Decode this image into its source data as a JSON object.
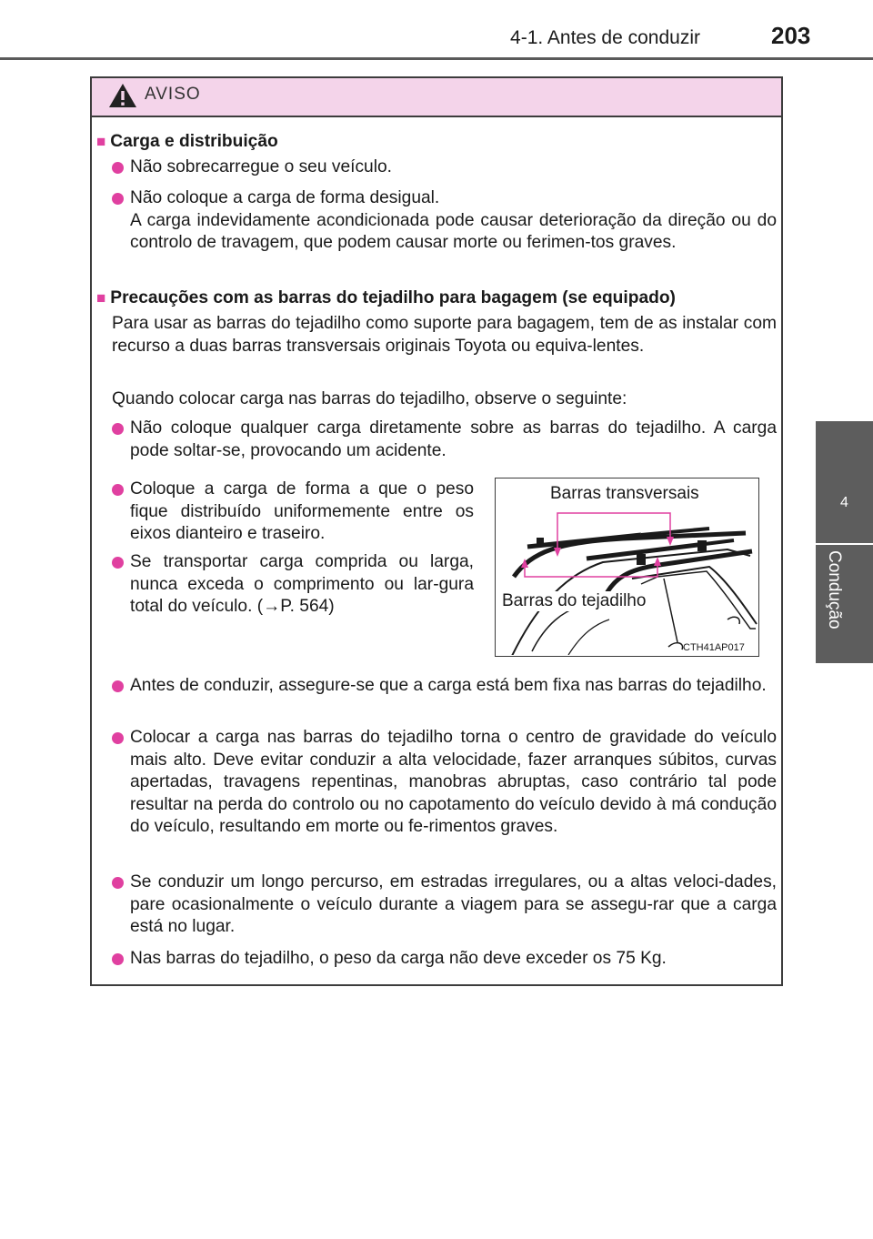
{
  "header": {
    "section": "4-1. Antes de conduzir",
    "page_number": "203"
  },
  "side_tab": {
    "chapter_number": "4",
    "chapter_title": "Condução"
  },
  "warning": {
    "title": "AVISO",
    "accent_color": "#e040a0",
    "header_bg": "#f4d4ea"
  },
  "sections": {
    "load": {
      "heading": "Carga e distribuição",
      "bullets": [
        "Não sobrecarregue o seu veículo.",
        "Não coloque a carga de forma desigual.\nA carga indevidamente acondicionada pode causar deterioração da direção ou do controlo de travagem, que podem causar morte ou ferimen-tos graves."
      ]
    },
    "roof": {
      "heading": "Precauções com as barras do tejadilho para bagagem (se equipado)",
      "para1": "Para usar as barras do tejadilho como suporte para bagagem, tem de as instalar com recurso a duas barras transversais originais Toyota ou equiva-lentes.",
      "para2": "Quando colocar carga nas barras do tejadilho, observe o seguinte:",
      "bullet1": "Não coloque qualquer carga diretamente sobre as barras do tejadilho. A carga pode soltar-se, provocando um acidente.",
      "bullet2": "Coloque a carga de forma a que o peso fique distribuído uniformemente entre os eixos dianteiro e traseiro.",
      "bullet3": "Se transportar carga comprida ou larga, nunca exceda o comprimento ou lar-gura total do veículo. (→P. 564)",
      "bullet4": "Antes de conduzir, assegure-se que a carga está bem fixa nas barras do tejadilho.",
      "bullet5": "Colocar a carga nas barras do tejadilho torna o centro de gravidade do veículo mais alto. Deve evitar conduzir a alta velocidade, fazer arranques súbitos, curvas apertadas, travagens repentinas, manobras abruptas, caso contrário tal pode resultar na perda do controlo ou no capotamento do veículo devido à má condução do veículo, resultando em morte ou fe-rimentos graves.",
      "bullet6": "Se conduzir um longo percurso, em estradas irregulares, ou a altas veloci-dades, pare ocasionalmente o veículo durante a viagem para se assegu-rar que a carga está no lugar.",
      "bullet7": "Nas barras do tejadilho, o peso da carga não deve exceder os 75 Kg."
    }
  },
  "figure": {
    "label_cross_bars": "Barras transversais",
    "label_roof_rails": "Barras do tejadilho",
    "code": "CTH41AP017"
  }
}
